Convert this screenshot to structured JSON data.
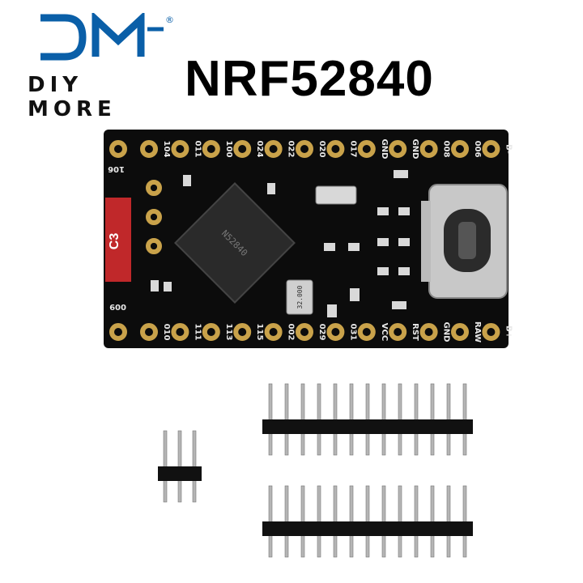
{
  "brand": {
    "logo_letters": "DM",
    "registered_mark": "®",
    "name": "DIY MORE",
    "color": "#0a5fa8"
  },
  "product": {
    "title": "NRF52840"
  },
  "board": {
    "top_pin_labels": [
      "104",
      "011",
      "100",
      "024",
      "022",
      "020",
      "017",
      "GND",
      "GND",
      "008",
      "006",
      "B-"
    ],
    "bottom_pin_labels": [
      "010",
      "111",
      "113",
      "115",
      "002",
      "029",
      "031",
      "VCC",
      "RST",
      "GND",
      "RAW",
      "B+"
    ],
    "left_top_label": "106",
    "left_bottom_label": "009",
    "silk_c3": "C3",
    "crystal_label": "32.000",
    "chip_label": "N52840",
    "usb_port": "USB Type-C"
  },
  "accessories": {
    "header_3pin_count": 3,
    "header_long_count": 13
  },
  "colors": {
    "pcb": "#0c0c0c",
    "gold": "#c9a24a",
    "usb_metal": "#c8c8c8",
    "label": "#e9e9e9",
    "chip": "#2a2a2a"
  }
}
